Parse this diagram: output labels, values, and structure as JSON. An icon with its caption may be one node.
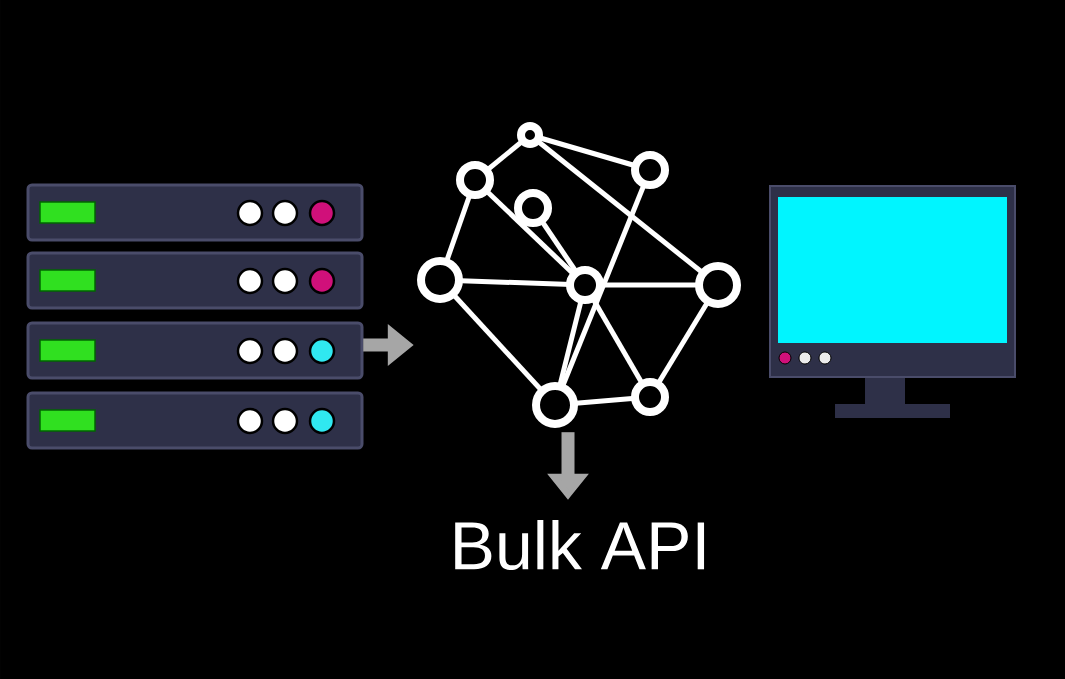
{
  "diagram": {
    "nodes": [
      {
        "text": [],
        "shape": "picture"
      },
      {
        "text": [],
        "shape": "picture"
      },
      {
        "text": [],
        "shape": "picture"
      },
      {
        "text": [
          "Bulk API"
        ]
      }
    ],
    "edges": [
      {
        "from": 0,
        "to": 1,
        "arrow": "to"
      },
      {
        "from": 1,
        "to": 3,
        "arrow": "to"
      }
    ]
  }
}
